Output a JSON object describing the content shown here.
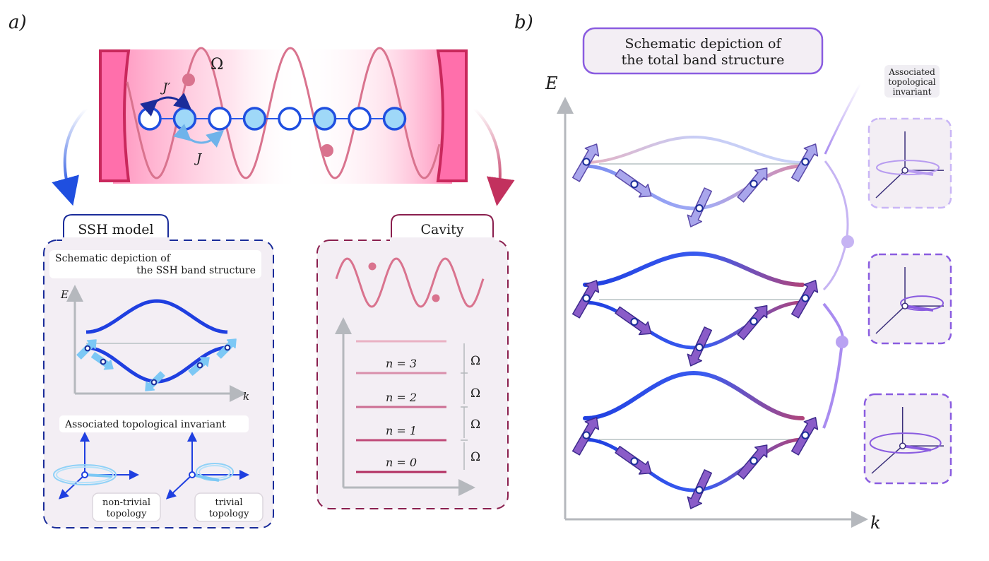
{
  "panel_a": {
    "label": "a)",
    "omega": "Ω",
    "j_prime": "J′",
    "j": "J",
    "ssh_tab": "SSH model",
    "ssh_band_title_1": "Schematic depiction of",
    "ssh_band_title_2": "the SSH band structure",
    "ssh_axis_e": "E",
    "ssh_axis_k": "k",
    "invariant_title": "Associated topological invariant",
    "nontrivial_1": "non-trivial",
    "nontrivial_2": "topology",
    "trivial_1": "trivial",
    "trivial_2": "topology",
    "cavity_tab": "Cavity",
    "levels": [
      "n = 3",
      "n = 2",
      "n = 1",
      "n = 0"
    ],
    "spacing_label": "Ω"
  },
  "panel_b": {
    "label": "b)",
    "title_1": "Schematic depiction of",
    "title_2": "the total band structure",
    "axis_e": "E",
    "axis_k": "k",
    "invariant_1": "Associated",
    "invariant_2": "topological",
    "invariant_3": "invariant"
  },
  "colors": {
    "deep_blue": "#1f3fe0",
    "light_blue": "#7cc8f5",
    "pink": "#d9738e",
    "magenta": "#c23a6a",
    "purple": "#8a5ce0",
    "panel_bg": "#f3eef4"
  }
}
